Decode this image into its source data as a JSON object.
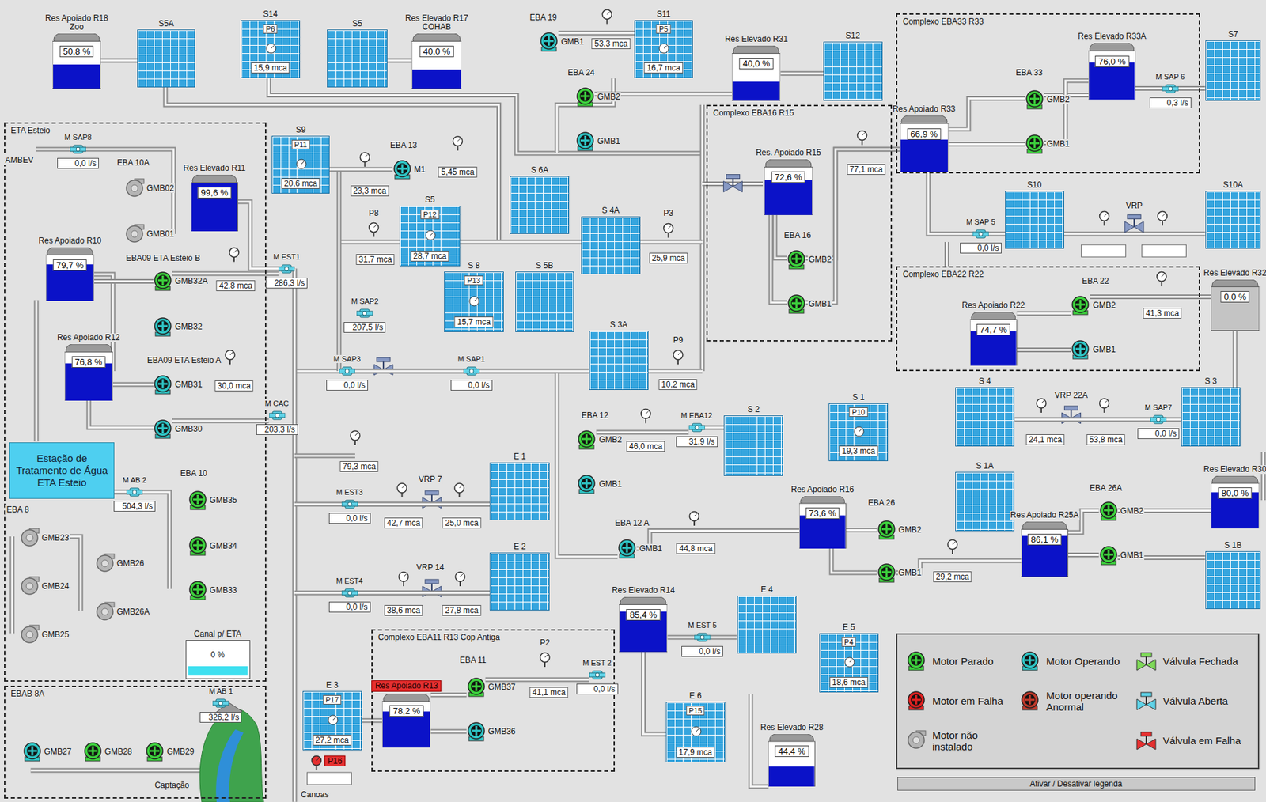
{
  "diagram": {
    "nodes": [
      {
        "text": [
          "Res Apoiado R18 Zoo",
          "50,8 %"
        ]
      },
      {
        "text": [
          "S5A"
        ]
      },
      {
        "text": [
          "S14",
          "P6",
          "15,9 mca"
        ]
      },
      {
        "text": [
          "S5"
        ]
      },
      {
        "text": [
          "Res Elevado R17 COHAB",
          "40,0 %"
        ]
      },
      {
        "text": [
          "GMB1"
        ]
      },
      {
        "text": [
          "S11",
          "P5",
          "16,7 mca"
        ]
      },
      {
        "text": [
          "Res Elevado R31",
          "40,0 %"
        ]
      },
      {
        "text": [
          "S12"
        ]
      },
      {
        "text": [
          "Complexo EBA33 R33"
        ]
      },
      {
        "text": [
          "Res Elevado R33A",
          "76,0 %"
        ],
        "in": 9
      },
      {
        "text": [
          "GMB2"
        ],
        "in": 9
      },
      {
        "text": [
          "GMB1"
        ],
        "in": 9
      },
      {
        "text": [
          "Res Apoiado R33",
          "66,9 %"
        ],
        "in": 9
      },
      {
        "text": [
          "M SAP 6",
          "0,3 l/s"
        ],
        "in": 9
      },
      {
        "text": [
          "S7"
        ]
      },
      {
        "text": [
          "GMB2"
        ]
      },
      {
        "text": [
          "GMB1"
        ]
      },
      {
        "text": [
          "ETA Esteio"
        ]
      },
      {
        "text": [
          "M SAP8",
          "0,0 l/s"
        ],
        "in": 18
      },
      {
        "text": [
          "GMB02"
        ],
        "in": 18
      },
      {
        "text": [
          "GMB01"
        ],
        "in": 18
      },
      {
        "text": [
          "Res Elevado R11",
          "99,6 %"
        ],
        "in": 18
      },
      {
        "text": [
          "S9",
          "P11",
          "20,6 mca"
        ]
      },
      {
        "text": [
          "M1"
        ]
      },
      {
        "text": [
          "Complexo EBA16 R15"
        ]
      },
      {
        "text": [
          "Res. Apoiado R15",
          "72,6 %"
        ],
        "in": 25
      },
      {
        "text": [
          "GMB2"
        ],
        "in": 25
      },
      {
        "text": [
          "GMB1"
        ],
        "in": 25
      },
      {
        "text": [
          "S10"
        ]
      },
      {
        "text": [
          "M SAP 5",
          "0,0 l/s"
        ]
      },
      {
        "text": [
          "S10A"
        ]
      },
      {
        "text": [
          "S 6A"
        ]
      },
      {
        "text": [
          "S5",
          "P12",
          "28,7 mca"
        ]
      },
      {
        "text": [
          "S 4A"
        ]
      },
      {
        "text": [
          "Res Apoiado R10",
          "79,7 %"
        ],
        "in": 18
      },
      {
        "text": [
          "GMB32A"
        ],
        "in": 18
      },
      {
        "text": [
          "GMB32"
        ],
        "in": 18
      },
      {
        "text": [
          "M EST1",
          "286,3 l/s"
        ]
      },
      {
        "text": [
          "S 8",
          "P13",
          "15,7 mca"
        ]
      },
      {
        "text": [
          "S 5B"
        ]
      },
      {
        "text": [
          "Complexo EBA22 R22"
        ]
      },
      {
        "text": [
          "Res Apoiado R22",
          "74,7 %"
        ],
        "in": 41
      },
      {
        "text": [
          "GMB2"
        ],
        "in": 41
      },
      {
        "text": [
          "GMB1"
        ],
        "in": 41
      },
      {
        "text": [
          "Res Elevado R32",
          "0,0 %"
        ]
      },
      {
        "text": [
          "M SAP2",
          "207,5 l/s"
        ]
      },
      {
        "text": [
          "Res Apoiado R12",
          "76,8 %"
        ],
        "in": 18
      },
      {
        "text": [
          "GMB31"
        ],
        "in": 18
      },
      {
        "text": [
          "GMB30"
        ],
        "in": 18
      },
      {
        "text": [
          "M SAP3",
          "0,0 l/s"
        ]
      },
      {
        "text": [
          "M SAP1",
          "0,0 l/s"
        ]
      },
      {
        "text": [
          "S 3A"
        ]
      },
      {
        "text": [
          "S 4"
        ]
      },
      {
        "text": [
          "S 3"
        ]
      },
      {
        "text": [
          "M SAP7",
          "0,0 l/s"
        ]
      },
      {
        "text": [
          "M CAC",
          "203,3 l/s"
        ]
      },
      {
        "text": [
          "GMB2"
        ]
      },
      {
        "text": [
          "GMB1"
        ]
      },
      {
        "text": [
          "M EBA12",
          "31,9 l/s"
        ]
      },
      {
        "text": [
          "S 2"
        ]
      },
      {
        "text": [
          "S 1",
          "P10",
          "19,3 mca"
        ]
      },
      {
        "text": [
          "Estação de Tratamento de Água ETA Esteio"
        ],
        "in": 18
      },
      {
        "text": [
          "M AB 2",
          "504,3 l/s"
        ],
        "in": 18
      },
      {
        "text": [
          "GMB35"
        ],
        "in": 18
      },
      {
        "text": [
          "GMB34"
        ],
        "in": 18
      },
      {
        "text": [
          "GMB33"
        ],
        "in": 18
      },
      {
        "text": [
          "GMB23"
        ],
        "in": 18
      },
      {
        "text": [
          "GMB24"
        ],
        "in": 18
      },
      {
        "text": [
          "GMB25"
        ],
        "in": 18
      },
      {
        "text": [
          "GMB26"
        ],
        "in": 18
      },
      {
        "text": [
          "GMB26A"
        ],
        "in": 18
      },
      {
        "text": [
          "Canal p/ ETA",
          "0 %"
        ],
        "in": 18
      },
      {
        "text": [
          "M EST3",
          "0,0 l/s"
        ]
      },
      {
        "text": [
          "E 1"
        ]
      },
      {
        "text": [
          "M EST4",
          "0,0 l/s"
        ]
      },
      {
        "text": [
          "E 2"
        ]
      },
      {
        "text": [
          "GMB1"
        ]
      },
      {
        "text": [
          "Res Apoiado R16",
          "73,6 %"
        ]
      },
      {
        "text": [
          "GMB2"
        ]
      },
      {
        "text": [
          "GMB1"
        ]
      },
      {
        "text": [
          "S 1A"
        ]
      },
      {
        "text": [
          "Res Apoiado R25A",
          "86,1 %"
        ]
      },
      {
        "text": [
          "GMB2"
        ]
      },
      {
        "text": [
          "GMB1"
        ]
      },
      {
        "text": [
          "Res Elevado R30",
          "80,0 %"
        ]
      },
      {
        "text": [
          "S 1B"
        ]
      },
      {
        "text": [
          "Res Elevado R14",
          "85,4 %"
        ]
      },
      {
        "text": [
          "M EST 5",
          "0,0 l/s"
        ]
      },
      {
        "text": [
          "E 4"
        ]
      },
      {
        "text": [
          "E 5",
          "P4",
          "18,6 mca"
        ]
      },
      {
        "text": [
          "Complexo EBA11 R13 Cop Antiga"
        ]
      },
      {
        "text": [
          "Res Apoiado R13",
          "78,2 %"
        ],
        "in": 91
      },
      {
        "text": [
          "GMB37"
        ],
        "in": 91
      },
      {
        "text": [
          "GMB36"
        ],
        "in": 91
      },
      {
        "text": [
          "M EST 2",
          "0,0 l/s"
        ],
        "in": 91
      },
      {
        "text": [
          "E 3",
          "P17",
          "27,2 mca"
        ]
      },
      {
        "text": [
          "EBAB 8A"
        ]
      },
      {
        "text": [
          "M AB 1",
          "326,2 l/s"
        ],
        "in": 97
      },
      {
        "text": [
          "GMB27"
        ],
        "in": 97
      },
      {
        "text": [
          "GMB28"
        ],
        "in": 97
      },
      {
        "text": [
          "GMB29"
        ],
        "in": 97
      },
      {
        "text": [
          "E 6",
          "P15",
          "17,9 mca"
        ]
      },
      {
        "text": [
          "Res Elevado R28",
          "44,4 %"
        ]
      }
    ],
    "edges": [
      {
        "from": 0,
        "to": 1,
        "arrow": "none"
      },
      {
        "from": 3,
        "to": 4,
        "arrow": "none"
      },
      {
        "from": 5,
        "to": 6,
        "arrow": "none"
      },
      {
        "from": 16,
        "to": 7,
        "arrow": "none"
      },
      {
        "from": 7,
        "to": 8,
        "arrow": "none"
      },
      {
        "from": 11,
        "to": 10,
        "arrow": "none"
      },
      {
        "from": 12,
        "to": 10,
        "arrow": "none"
      },
      {
        "from": 13,
        "to": 11,
        "arrow": "none"
      },
      {
        "from": 13,
        "to": 12,
        "arrow": "none"
      },
      {
        "from": 10,
        "to": 14,
        "arrow": "none"
      },
      {
        "from": 14,
        "to": 15,
        "arrow": "none"
      },
      {
        "from": 13,
        "to": 30,
        "arrow": "none"
      },
      {
        "from": 30,
        "to": 29,
        "arrow": "none"
      },
      {
        "from": 26,
        "to": 27,
        "arrow": "none"
      },
      {
        "from": 26,
        "to": 28,
        "arrow": "none"
      },
      {
        "from": 27,
        "to": 13,
        "arrow": "none"
      },
      {
        "from": 28,
        "to": 13,
        "arrow": "none"
      },
      {
        "from": 42,
        "to": 43,
        "arrow": "none"
      },
      {
        "from": 42,
        "to": 44,
        "arrow": "none"
      },
      {
        "from": 43,
        "to": 45,
        "arrow": "none"
      },
      {
        "from": 22,
        "to": 38,
        "arrow": "none"
      },
      {
        "from": 36,
        "to": 38,
        "arrow": "none"
      },
      {
        "from": 35,
        "to": 36,
        "arrow": "none"
      },
      {
        "from": 47,
        "to": 48,
        "arrow": "none"
      },
      {
        "from": 47,
        "to": 49,
        "arrow": "none"
      },
      {
        "from": 49,
        "to": 56,
        "arrow": "none"
      },
      {
        "from": 50,
        "to": 51,
        "arrow": "none"
      },
      {
        "from": 51,
        "to": 52,
        "arrow": "none"
      },
      {
        "from": 57,
        "to": 59,
        "arrow": "none"
      },
      {
        "from": 59,
        "to": 60,
        "arrow": "none"
      },
      {
        "from": 77,
        "to": 78,
        "arrow": "none"
      },
      {
        "from": 78,
        "to": 79,
        "arrow": "none"
      },
      {
        "from": 78,
        "to": 80,
        "arrow": "none"
      },
      {
        "from": 80,
        "to": 82,
        "arrow": "none"
      },
      {
        "from": 82,
        "to": 83,
        "arrow": "none"
      },
      {
        "from": 82,
        "to": 84,
        "arrow": "none"
      },
      {
        "from": 83,
        "to": 85,
        "arrow": "none"
      },
      {
        "from": 84,
        "to": 86,
        "arrow": "none"
      },
      {
        "from": 87,
        "to": 88,
        "arrow": "none"
      },
      {
        "from": 88,
        "to": 89,
        "arrow": "none"
      },
      {
        "from": 92,
        "to": 93,
        "arrow": "none"
      },
      {
        "from": 92,
        "to": 94,
        "arrow": "none"
      },
      {
        "from": 93,
        "to": 95,
        "arrow": "none"
      },
      {
        "from": 96,
        "to": 92,
        "arrow": "none"
      },
      {
        "from": 73,
        "to": 74,
        "arrow": "none"
      },
      {
        "from": 75,
        "to": 76,
        "arrow": "none"
      },
      {
        "from": 63,
        "to": 62,
        "arrow": "none"
      },
      {
        "from": 24,
        "to": 23,
        "arrow": "none"
      },
      {
        "from": 53,
        "to": 55,
        "arrow": "none"
      },
      {
        "from": 55,
        "to": 54,
        "arrow": "none"
      }
    ],
    "labels": [
      "EBA 19",
      "53,3 mca",
      "EBA 24",
      "EBA 33",
      "AMBEV",
      "EBA 10A",
      "EBA 13",
      "23,3 mca",
      "5,45 mca",
      "77,1 mca",
      "P8",
      "31,7 mca",
      "P3",
      "25,9 mca",
      "EBA 16",
      "VRP",
      "EBA09 ETA Esteio B",
      "42,8 mca",
      "EBA 22",
      "41,3 mca",
      "EBA09 ETA Esteio A",
      "30,0 mca",
      "P9",
      "10,2 mca",
      "EBA 12",
      "46,0 mca",
      "24,1 mca",
      "VRP 22A",
      "53,8 mca",
      "EBA 8",
      "EBA 10",
      "79,3 mca",
      "VRP 7",
      "42,7 mca",
      "25,0 mca",
      "VRP 14",
      "38,6 mca",
      "27,8 mca",
      "EBA 12 A",
      "44,8 mca",
      "EBA 26",
      "29,2 mca",
      "EBA 26A",
      "EBA 11",
      "P2",
      "41,1 mca",
      "P16",
      "Canoas",
      "Captação",
      "Ativar / Desativar legenda"
    ],
    "legend": [
      {
        "text": "Motor Parado",
        "color": "#3ccf3c"
      },
      {
        "text": "Motor Operando",
        "color": "#2ec4c4"
      },
      {
        "text": "Válvula Fechada",
        "color": "#7ed957"
      },
      {
        "text": "Motor em Falha",
        "color": "#e02020"
      },
      {
        "text": "Motor operando Anormal",
        "color": "#c0392b"
      },
      {
        "text": "Válvula Aberta",
        "color": "#5fd3e8"
      },
      {
        "text": "Motor não instalado",
        "color": "#9a9a9a"
      },
      {
        "text": "Válvula em Falha",
        "color": "#e53030"
      }
    ]
  }
}
